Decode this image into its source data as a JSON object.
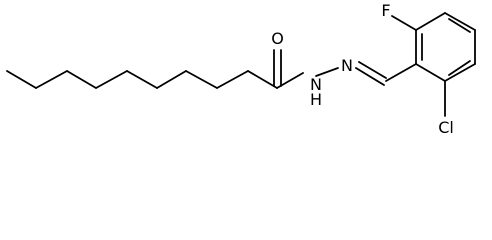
{
  "molecule": {
    "atoms": {
      "O": "O",
      "N_imine": "N",
      "N_amide": "N",
      "H": "H",
      "F": "F",
      "Cl": "Cl"
    }
  },
  "colors": {
    "bond": "#000000",
    "label": "#000000",
    "background": "#ffffff"
  }
}
